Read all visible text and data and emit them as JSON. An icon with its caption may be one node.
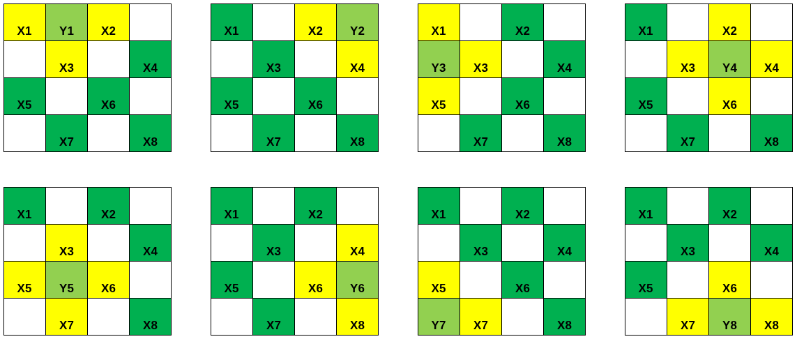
{
  "diagram": {
    "nodes": [
      {
        "text": [
          "X1"
        ]
      },
      {
        "text": [
          "Y1"
        ]
      },
      {
        "text": [
          "X2"
        ]
      },
      {
        "text": [
          "X3"
        ]
      },
      {
        "text": [
          "X4"
        ]
      },
      {
        "text": [
          "X5"
        ]
      },
      {
        "text": [
          "X6"
        ]
      },
      {
        "text": [
          "X7"
        ]
      },
      {
        "text": [
          "X8"
        ]
      },
      {
        "text": [
          "X1"
        ]
      },
      {
        "text": [
          "X2"
        ]
      },
      {
        "text": [
          "Y2"
        ]
      },
      {
        "text": [
          "X3"
        ]
      },
      {
        "text": [
          "X4"
        ]
      },
      {
        "text": [
          "X5"
        ]
      },
      {
        "text": [
          "X6"
        ]
      },
      {
        "text": [
          "X7"
        ]
      },
      {
        "text": [
          "X8"
        ]
      },
      {
        "text": [
          "X1"
        ]
      },
      {
        "text": [
          "X2"
        ]
      },
      {
        "text": [
          "Y3"
        ]
      },
      {
        "text": [
          "X3"
        ]
      },
      {
        "text": [
          "X4"
        ]
      },
      {
        "text": [
          "X5"
        ]
      },
      {
        "text": [
          "X6"
        ]
      },
      {
        "text": [
          "X7"
        ]
      },
      {
        "text": [
          "X8"
        ]
      },
      {
        "text": [
          "X1"
        ]
      },
      {
        "text": [
          "X2"
        ]
      },
      {
        "text": [
          "X3"
        ]
      },
      {
        "text": [
          "Y4"
        ]
      },
      {
        "text": [
          "X4"
        ]
      },
      {
        "text": [
          "X5"
        ]
      },
      {
        "text": [
          "X6"
        ]
      },
      {
        "text": [
          "X7"
        ]
      },
      {
        "text": [
          "X8"
        ]
      },
      {
        "text": [
          "X1"
        ]
      },
      {
        "text": [
          "X2"
        ]
      },
      {
        "text": [
          "X3"
        ]
      },
      {
        "text": [
          "X4"
        ]
      },
      {
        "text": [
          "X5"
        ]
      },
      {
        "text": [
          "Y5"
        ]
      },
      {
        "text": [
          "X6"
        ]
      },
      {
        "text": [
          "X7"
        ]
      },
      {
        "text": [
          "X8"
        ]
      },
      {
        "text": [
          "X1"
        ]
      },
      {
        "text": [
          "X2"
        ]
      },
      {
        "text": [
          "X3"
        ]
      },
      {
        "text": [
          "X4"
        ]
      },
      {
        "text": [
          "X5"
        ]
      },
      {
        "text": [
          "X6"
        ]
      },
      {
        "text": [
          "Y6"
        ]
      },
      {
        "text": [
          "X7"
        ]
      },
      {
        "text": [
          "X8"
        ]
      },
      {
        "text": [
          "X1"
        ]
      },
      {
        "text": [
          "X2"
        ]
      },
      {
        "text": [
          "X3"
        ]
      },
      {
        "text": [
          "X4"
        ]
      },
      {
        "text": [
          "X5"
        ]
      },
      {
        "text": [
          "X6"
        ]
      },
      {
        "text": [
          "Y7"
        ]
      },
      {
        "text": [
          "X7"
        ]
      },
      {
        "text": [
          "X8"
        ]
      },
      {
        "text": [
          "X1"
        ]
      },
      {
        "text": [
          "X2"
        ]
      },
      {
        "text": [
          "X3"
        ]
      },
      {
        "text": [
          "X4"
        ]
      },
      {
        "text": [
          "X5"
        ]
      },
      {
        "text": [
          "X6"
        ]
      },
      {
        "text": [
          "X7"
        ]
      },
      {
        "text": [
          "Y8"
        ]
      },
      {
        "text": [
          "X8"
        ]
      }
    ]
  }
}
